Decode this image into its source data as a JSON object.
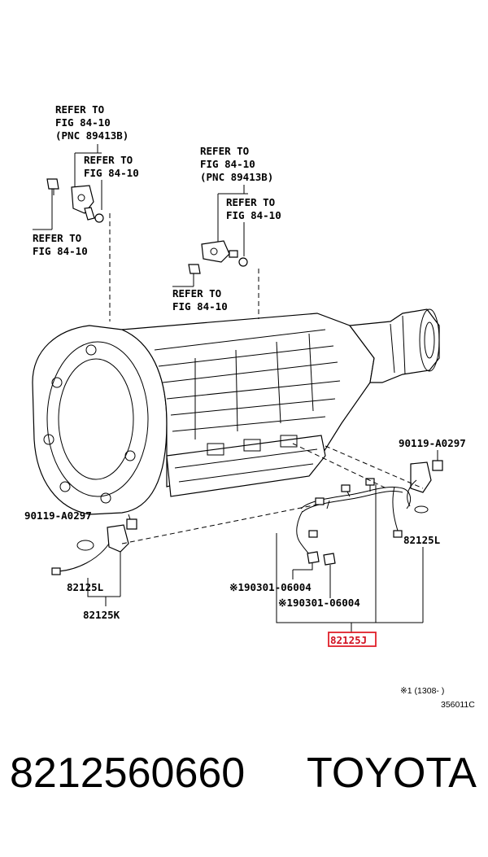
{
  "callouts": {
    "ref_top_left": [
      "REFER TO",
      "FIG 84-10",
      "(PNC 89413B)"
    ],
    "ref_top_left_sub": [
      "REFER TO",
      "FIG 84-10"
    ],
    "ref_left_bolt": [
      "REFER TO",
      "FIG 84-10"
    ],
    "ref_mid": [
      "REFER TO",
      "FIG 84-10",
      "(PNC 89413B)"
    ],
    "ref_mid_sub": [
      "REFER TO",
      "FIG 84-10"
    ],
    "ref_mid_bolt": [
      "REFER TO",
      "FIG 84-10"
    ]
  },
  "parts": {
    "bolt_right": "90119-A0297",
    "bolt_left": "90119-A0297",
    "sensor_right": "82125L",
    "sensor_left_l": "82125L",
    "sensor_left_k": "82125K",
    "clamp_1": "※190301-06004",
    "clamp_2": "※190301-06004",
    "harness_highlight": "82125J"
  },
  "notes": {
    "date_range": "※1 (1308-      )",
    "figure_code": "356011C"
  },
  "caption": {
    "part_number": "8212560660",
    "brand": "TOYOTA"
  },
  "colors": {
    "highlight": "#e0202a",
    "ink": "#000000"
  }
}
